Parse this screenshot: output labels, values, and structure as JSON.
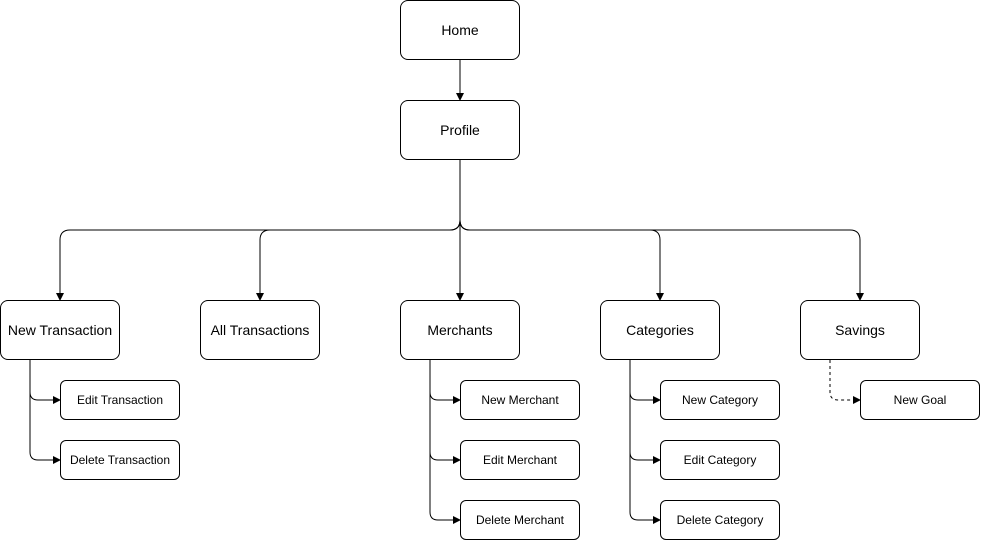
{
  "diagram": {
    "nodes": {
      "home": "Home",
      "profile": "Profile",
      "new_transaction": "New Transaction",
      "all_transactions": "All Transactions",
      "merchants": "Merchants",
      "categories": "Categories",
      "savings": "Savings",
      "edit_transaction": "Edit Transaction",
      "delete_transaction": "Delete Transaction",
      "new_merchant": "New Merchant",
      "edit_merchant": "Edit Merchant",
      "delete_merchant": "Delete Merchant",
      "new_category": "New Category",
      "edit_category": "Edit Category",
      "delete_category": "Delete Category",
      "new_goal": "New Goal"
    }
  }
}
